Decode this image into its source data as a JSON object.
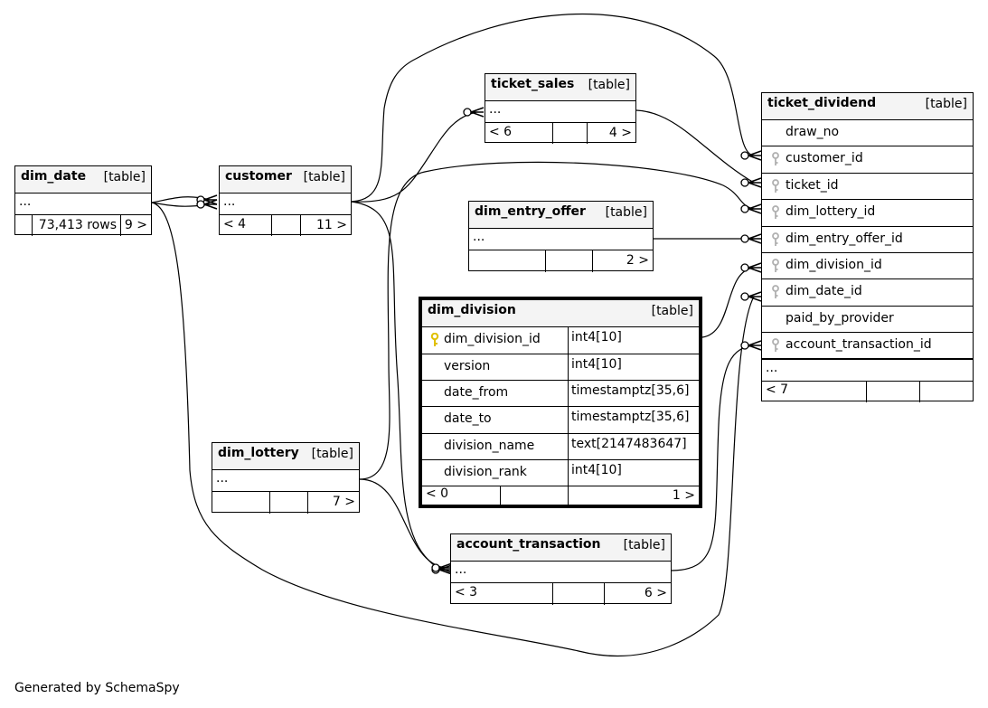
{
  "footer": "Generated by SchemaSpy",
  "tables": {
    "dim_date": {
      "name": "dim_date",
      "kind": "[table]",
      "ellipsis": "...",
      "rows": "73,413 rows",
      "children": "9 >"
    },
    "customer": {
      "name": "customer",
      "kind": "[table]",
      "ellipsis": "...",
      "parents": "< 4",
      "children": "11 >"
    },
    "ticket_sales": {
      "name": "ticket_sales",
      "kind": "[table]",
      "ellipsis": "...",
      "parents": "< 6",
      "children": "4 >"
    },
    "dim_entry_offer": {
      "name": "dim_entry_offer",
      "kind": "[table]",
      "ellipsis": "...",
      "children": "2 >"
    },
    "dim_lottery": {
      "name": "dim_lottery",
      "kind": "[table]",
      "ellipsis": "...",
      "children": "7 >"
    },
    "account_transaction": {
      "name": "account_transaction",
      "kind": "[table]",
      "ellipsis": "...",
      "parents": "< 3",
      "children": "6 >"
    },
    "dim_division": {
      "name": "dim_division",
      "kind": "[table]",
      "columns": [
        {
          "name": "dim_division_id",
          "type": "int4[10]",
          "pk": true
        },
        {
          "name": "version",
          "type": "int4[10]"
        },
        {
          "name": "date_from",
          "type": "timestamptz[35,6]"
        },
        {
          "name": "date_to",
          "type": "timestamptz[35,6]"
        },
        {
          "name": "division_name",
          "type": "text[2147483647]"
        },
        {
          "name": "division_rank",
          "type": "int4[10]"
        }
      ],
      "parents": "< 0",
      "children": "1 >"
    },
    "ticket_dividend": {
      "name": "ticket_dividend",
      "kind": "[table]",
      "columns": [
        {
          "name": "draw_no"
        },
        {
          "name": "customer_id",
          "fk": true
        },
        {
          "name": "ticket_id",
          "fk": true
        },
        {
          "name": "dim_lottery_id",
          "fk": true
        },
        {
          "name": "dim_entry_offer_id",
          "fk": true
        },
        {
          "name": "dim_division_id",
          "fk": true
        },
        {
          "name": "dim_date_id",
          "fk": true
        },
        {
          "name": "paid_by_provider"
        },
        {
          "name": "account_transaction_id",
          "fk": true
        }
      ],
      "ellipsis": "...",
      "parents": "< 7"
    }
  },
  "relationships": [
    {
      "from": "dim_date",
      "to": "customer"
    },
    {
      "from": "dim_date",
      "to": "customer"
    },
    {
      "from": "dim_date",
      "to": "ticket_dividend",
      "column": "dim_date_id"
    },
    {
      "from": "customer",
      "to": "ticket_sales"
    },
    {
      "from": "customer",
      "to": "account_transaction"
    },
    {
      "from": "customer",
      "to": "ticket_dividend",
      "column": "customer_id"
    },
    {
      "from": "ticket_sales",
      "to": "ticket_dividend",
      "column": "ticket_id"
    },
    {
      "from": "dim_lottery",
      "to": "ticket_dividend",
      "column": "dim_lottery_id"
    },
    {
      "from": "dim_lottery",
      "to": "account_transaction"
    },
    {
      "from": "dim_entry_offer",
      "to": "ticket_dividend",
      "column": "dim_entry_offer_id"
    },
    {
      "from": "dim_division",
      "to": "ticket_dividend",
      "column": "dim_division_id"
    },
    {
      "from": "account_transaction",
      "to": "ticket_dividend",
      "column": "account_transaction_id"
    }
  ]
}
